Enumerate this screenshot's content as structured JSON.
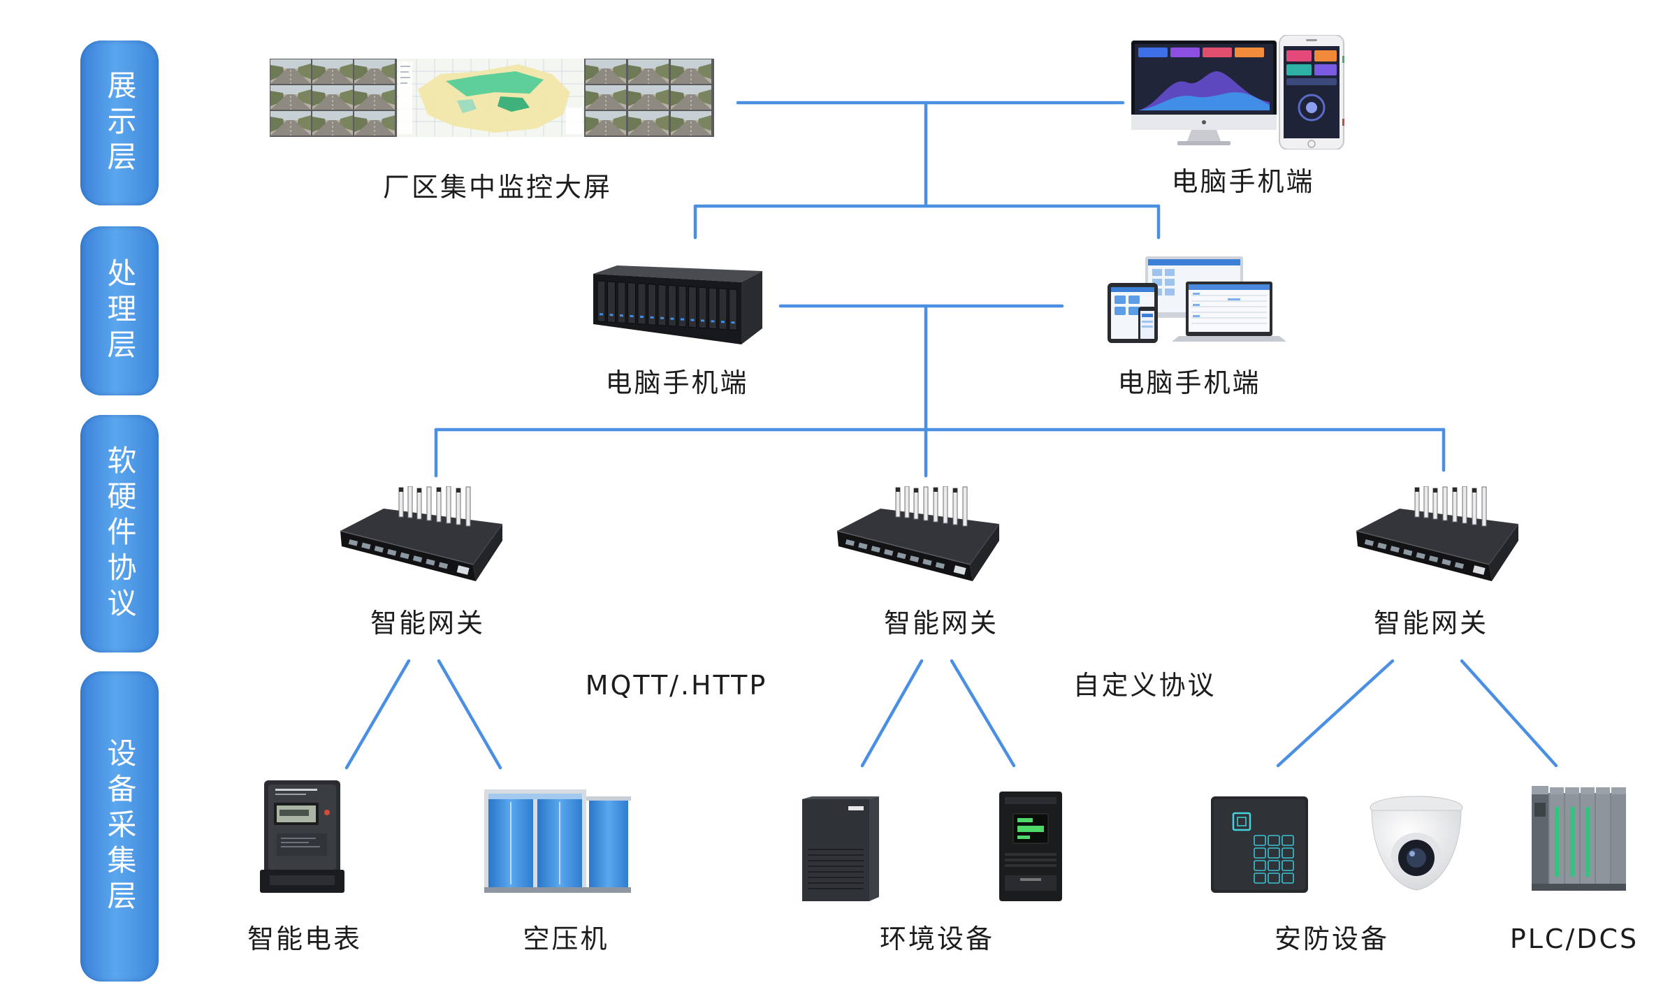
{
  "layers": [
    {
      "label": "展示层"
    },
    {
      "label": "处理层"
    },
    {
      "label": "软硬件协议"
    },
    {
      "label": "设备采集层"
    }
  ],
  "display": {
    "screen_wall_label": "厂区集中监控大屏",
    "screen_wall_icon": "video-wall-icon",
    "terminal_label": "电脑手机端",
    "terminal_icon": "desktop-and-phone-icon"
  },
  "processing": {
    "server_label": "电脑手机端",
    "server_icon": "server-rack-icon",
    "client_label": "电脑手机端",
    "client_icon": "multi-device-icon"
  },
  "gateways": [
    {
      "label": "智能网关",
      "icon": "gateway-icon"
    },
    {
      "label": "智能网关",
      "icon": "gateway-icon"
    },
    {
      "label": "智能网关",
      "icon": "gateway-icon"
    }
  ],
  "protocols": {
    "left": "MQTT/.HTTP",
    "right": "自定义协议"
  },
  "devices": [
    {
      "label": "智能电表",
      "icon": "smart-meter-icon"
    },
    {
      "label": "空压机",
      "icon": "air-compressor-icon"
    },
    {
      "label": "环境设备",
      "icon": "environment-equipment-icon"
    },
    {
      "label": "安防设备",
      "icon": "security-equipment-icon"
    },
    {
      "label": "PLC/DCS",
      "icon": "plc-icon"
    }
  ],
  "colors": {
    "layer_pill": "#4a90e2",
    "connector": "#4b8fe3",
    "text": "#1c1c1c"
  }
}
